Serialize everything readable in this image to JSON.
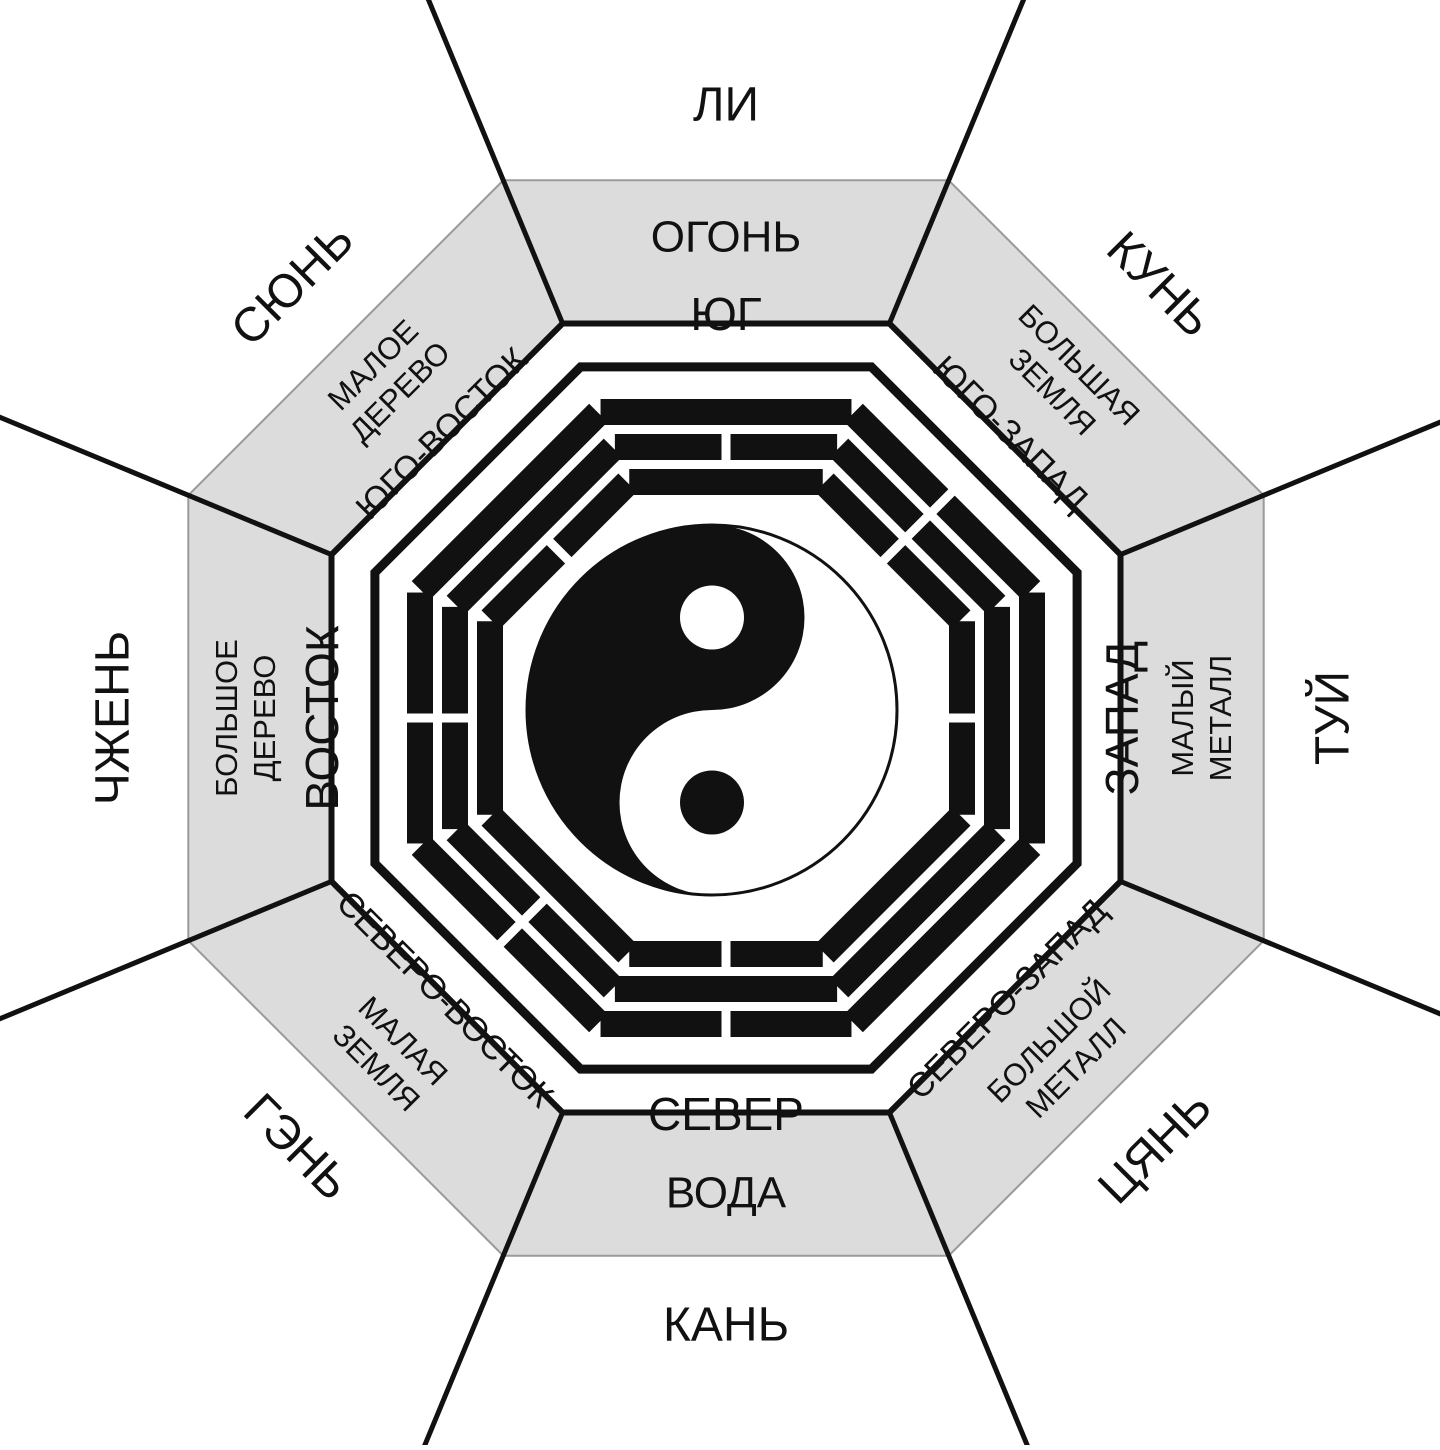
{
  "colors": {
    "ink": "#111111",
    "ring_fill": "#dcdcdc",
    "ring_stroke": "#9a9a9a",
    "paper": "#ffffff"
  },
  "trigram_names": {
    "south": "ЛИ",
    "southwest": "КУНЬ",
    "west": "ТУЙ",
    "northwest": "ЦЯНЬ",
    "north": "КАНЬ",
    "northeast": "ГЭНЬ",
    "east": "ЧЖЕНЬ",
    "southeast": "СЮНЬ"
  },
  "elements": {
    "south": [
      "ОГОНЬ"
    ],
    "southwest": [
      "БОЛЬШАЯ",
      "ЗЕМЛЯ"
    ],
    "west": [
      "МАЛЫЙ",
      "МЕТАЛЛ"
    ],
    "northwest": [
      "БОЛЬШОЙ",
      "МЕТАЛЛ"
    ],
    "north": [
      "ВОДА"
    ],
    "northeast": [
      "МАЛАЯ",
      "ЗЕМЛЯ"
    ],
    "east": [
      "БОЛЬШОЕ",
      "ДЕРЕВО"
    ],
    "southeast": [
      "МАЛОЕ",
      "ДЕРЕВО"
    ]
  },
  "directions": {
    "south": "ЮГ",
    "southwest": "ЮГО-ЗАПАД",
    "west": "ЗАПАД",
    "northwest": "СЕВЕРО-ЗАПАД",
    "north": "СЕВЕР",
    "northeast": "СЕВЕРО-ВОСТОК",
    "east": "ВОСТОК",
    "southeast": "ЮГО-ВОСТОК"
  },
  "trigrams": {
    "south": [
      "yang",
      "yin",
      "yang"
    ],
    "southwest": [
      "yin",
      "yin",
      "yin"
    ],
    "west": [
      "yang",
      "yang",
      "yin"
    ],
    "northwest": [
      "yang",
      "yang",
      "yang"
    ],
    "north": [
      "yin",
      "yang",
      "yin"
    ],
    "northeast": [
      "yin",
      "yin",
      "yang"
    ],
    "east": [
      "yin",
      "yin",
      "yang"
    ],
    "southeast": [
      "yang",
      "yang",
      "yin"
    ]
  }
}
